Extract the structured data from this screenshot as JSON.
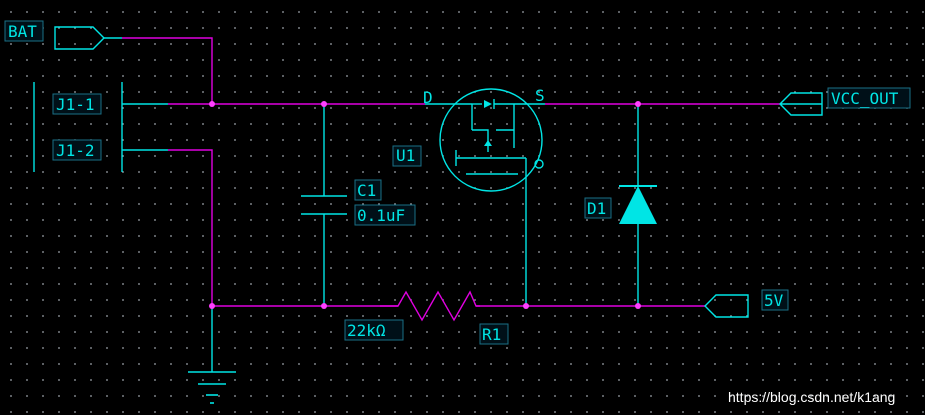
{
  "nets": {
    "bat": "BAT",
    "vcc_out": "VCC_OUT",
    "v5": "5V"
  },
  "connector": {
    "pin1": "J1-1",
    "pin2": "J1-2"
  },
  "mosfet": {
    "ref": "U1",
    "drain": "D",
    "source": "S"
  },
  "capacitor": {
    "ref": "C1",
    "value": "0.1uF"
  },
  "resistor": {
    "ref": "R1",
    "value": "22kΩ"
  },
  "diode": {
    "ref": "D1"
  },
  "watermark": "https://blog.csdn.net/k1ang",
  "colors": {
    "wire": "#e000e0",
    "component": "#00e5e5",
    "junction": "#ff40ff",
    "background": "#000000",
    "grid": "#9aa0a6"
  }
}
